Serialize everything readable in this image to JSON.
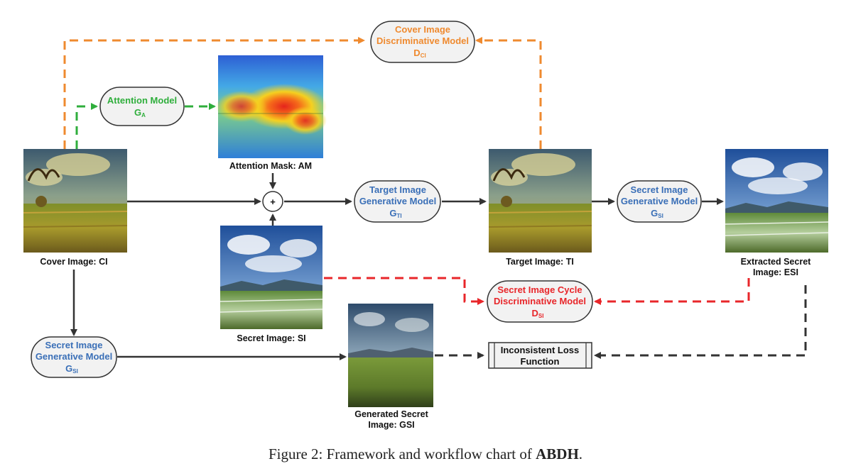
{
  "colors": {
    "orange": "#ef8a2f",
    "green": "#2fae3c",
    "red": "#e8262a",
    "blue": "#3a6fb7",
    "dark": "#333333",
    "node_fill": "#f2f2f2"
  },
  "nodes": {
    "cover_disc": {
      "line1": "Cover Image",
      "line2": "Discriminative Model",
      "symbol": "D",
      "sub": "CI"
    },
    "attention": {
      "line1": "Attention Model",
      "symbol": "G",
      "sub": "A"
    },
    "target_gen": {
      "line1": "Target Image",
      "line2": "Generative Model",
      "symbol": "G",
      "sub": "TI"
    },
    "secret_gen_right": {
      "line1": "Secret Image",
      "line2": "Generative Model",
      "symbol": "G",
      "sub": "SI"
    },
    "secret_cycle_disc": {
      "line1": "Secret Image Cycle",
      "line2": "Discriminative Model",
      "symbol": "D",
      "sub": "SI"
    },
    "secret_gen_left": {
      "line1": "Secret Image",
      "line2": "Generative Model",
      "symbol": "G",
      "sub": "SI"
    },
    "loss": {
      "line1": "Inconsistent Loss",
      "line2": "Function"
    },
    "plus": {
      "symbol": "+"
    }
  },
  "images": {
    "cover": {
      "label": "Cover Image: CI"
    },
    "attention_mask": {
      "label": "Attention Mask: AM"
    },
    "secret": {
      "label": "Secret Image: SI"
    },
    "target": {
      "label": "Target Image: TI"
    },
    "extracted": {
      "label1": "Extracted Secret",
      "label2": "Image: ESI"
    },
    "generated": {
      "label1": "Generated Secret",
      "label2": "Image: GSI"
    }
  },
  "caption": {
    "prefix": "Figure 2: Framework and workflow chart of ",
    "bold": "ABDH",
    "suffix": "."
  }
}
